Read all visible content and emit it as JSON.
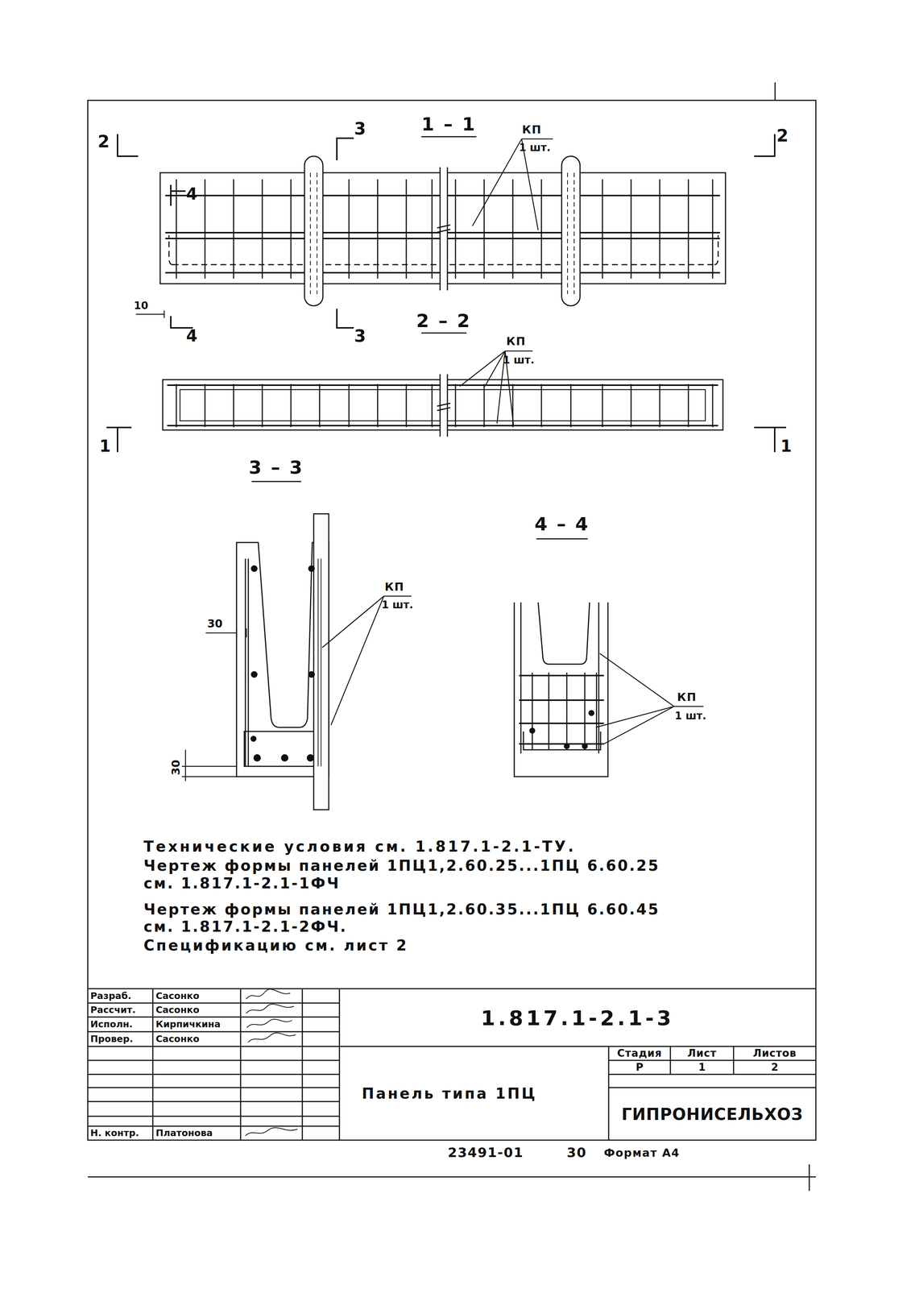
{
  "diagram": {
    "labels": [
      "1 – 1",
      "2 – 2",
      "3 – 3",
      "4 – 4",
      "2",
      "2",
      "3",
      "3",
      "4",
      "4",
      "1",
      "1",
      "КП",
      "1 шт.",
      "10",
      "КП",
      "1 шт.",
      "30",
      "КП",
      "1 шт.",
      "30",
      "КП",
      "1 шт.",
      "Технические условия см. 1.817.1-2.1-ТУ.",
      "Чертеж формы панелей 1ПЦ1,2.60.25...1ПЦ 6.60.25",
      "см. 1.817.1-2.1-1ФЧ",
      "Чертеж формы панелей 1ПЦ1,2.60.35...1ПЦ 6.60.45",
      "см. 1.817.1-2.1-2ФЧ.",
      "Спецификацию см. лист 2",
      "Разраб.",
      "Сасонко",
      "Рассчит.",
      "Сасонко",
      "Исполн.",
      "Кирпичкина",
      "Провер.",
      "Сасонко",
      "Н. контр.",
      "Платонова",
      "1.817.1-2.1-3",
      "Стадия",
      "Лист",
      "Листов",
      "Р",
      "1",
      "2",
      "Панель типа 1ПЦ",
      "ГИПРОНИСЕЛЬХОЗ",
      "23491-01",
      "30",
      "Формат А4"
    ]
  }
}
